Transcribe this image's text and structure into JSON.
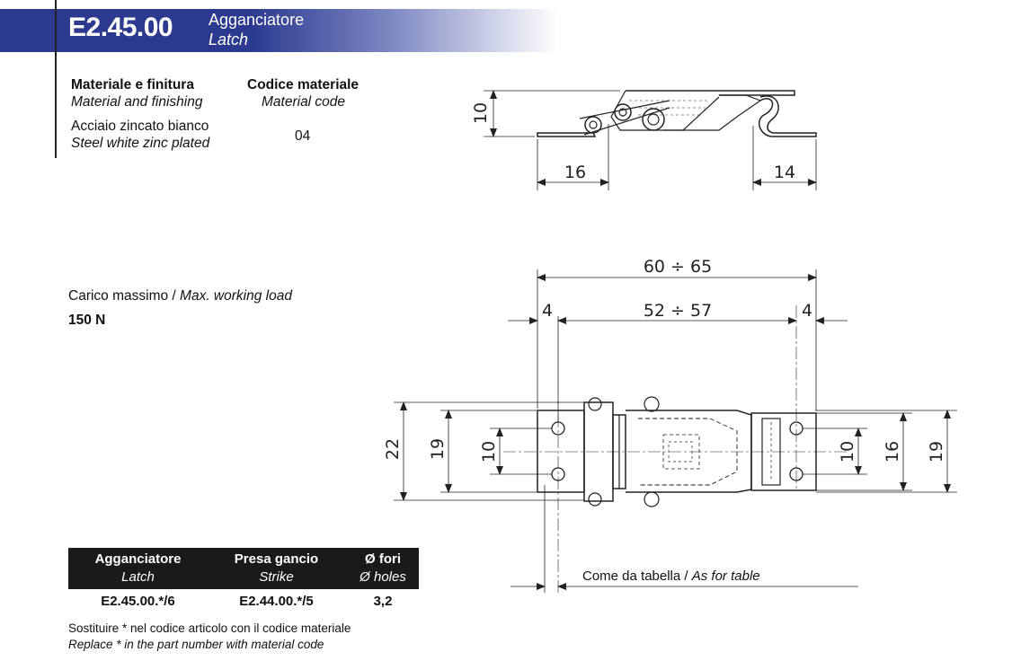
{
  "header": {
    "code": "E2.45.00",
    "title_it": "Agganciatore",
    "title_en": "Latch"
  },
  "material": {
    "col1_head_it": "Materiale e finitura",
    "col1_head_en": "Material and finishing",
    "col2_head_it": "Codice materiale",
    "col2_head_en": "Material code",
    "value_it": "Acciaio zincato bianco",
    "value_en": "Steel white zinc plated",
    "code": "04"
  },
  "load": {
    "label_it": "Carico massimo / ",
    "label_en": "Max. working load",
    "value": "150 N"
  },
  "table": {
    "headers": [
      {
        "it": "Agganciatore",
        "en": "Latch"
      },
      {
        "it": "Presa gancio",
        "en": "Strike"
      },
      {
        "it": "Ø fori",
        "en": "Ø holes"
      }
    ],
    "row": [
      "E2.45.00.*/6",
      "E2.44.00.*/5",
      "3,2"
    ]
  },
  "note": {
    "it": "Sostituire * nel codice articolo con il codice materiale",
    "en": "Replace * in the part number with material code"
  },
  "drawing": {
    "side": {
      "height": "10",
      "left": "16",
      "right": "14"
    },
    "top": {
      "overall": "60 ÷ 65",
      "inner": "52 ÷ 57",
      "edge_left": "4",
      "edge_right": "4",
      "h22": "22",
      "h19_left": "19",
      "h10_left": "10",
      "h10_right": "10",
      "h16": "16",
      "h19_right": "19"
    },
    "as_table_it": "Come da tabella / ",
    "as_table_en": "As for table"
  }
}
